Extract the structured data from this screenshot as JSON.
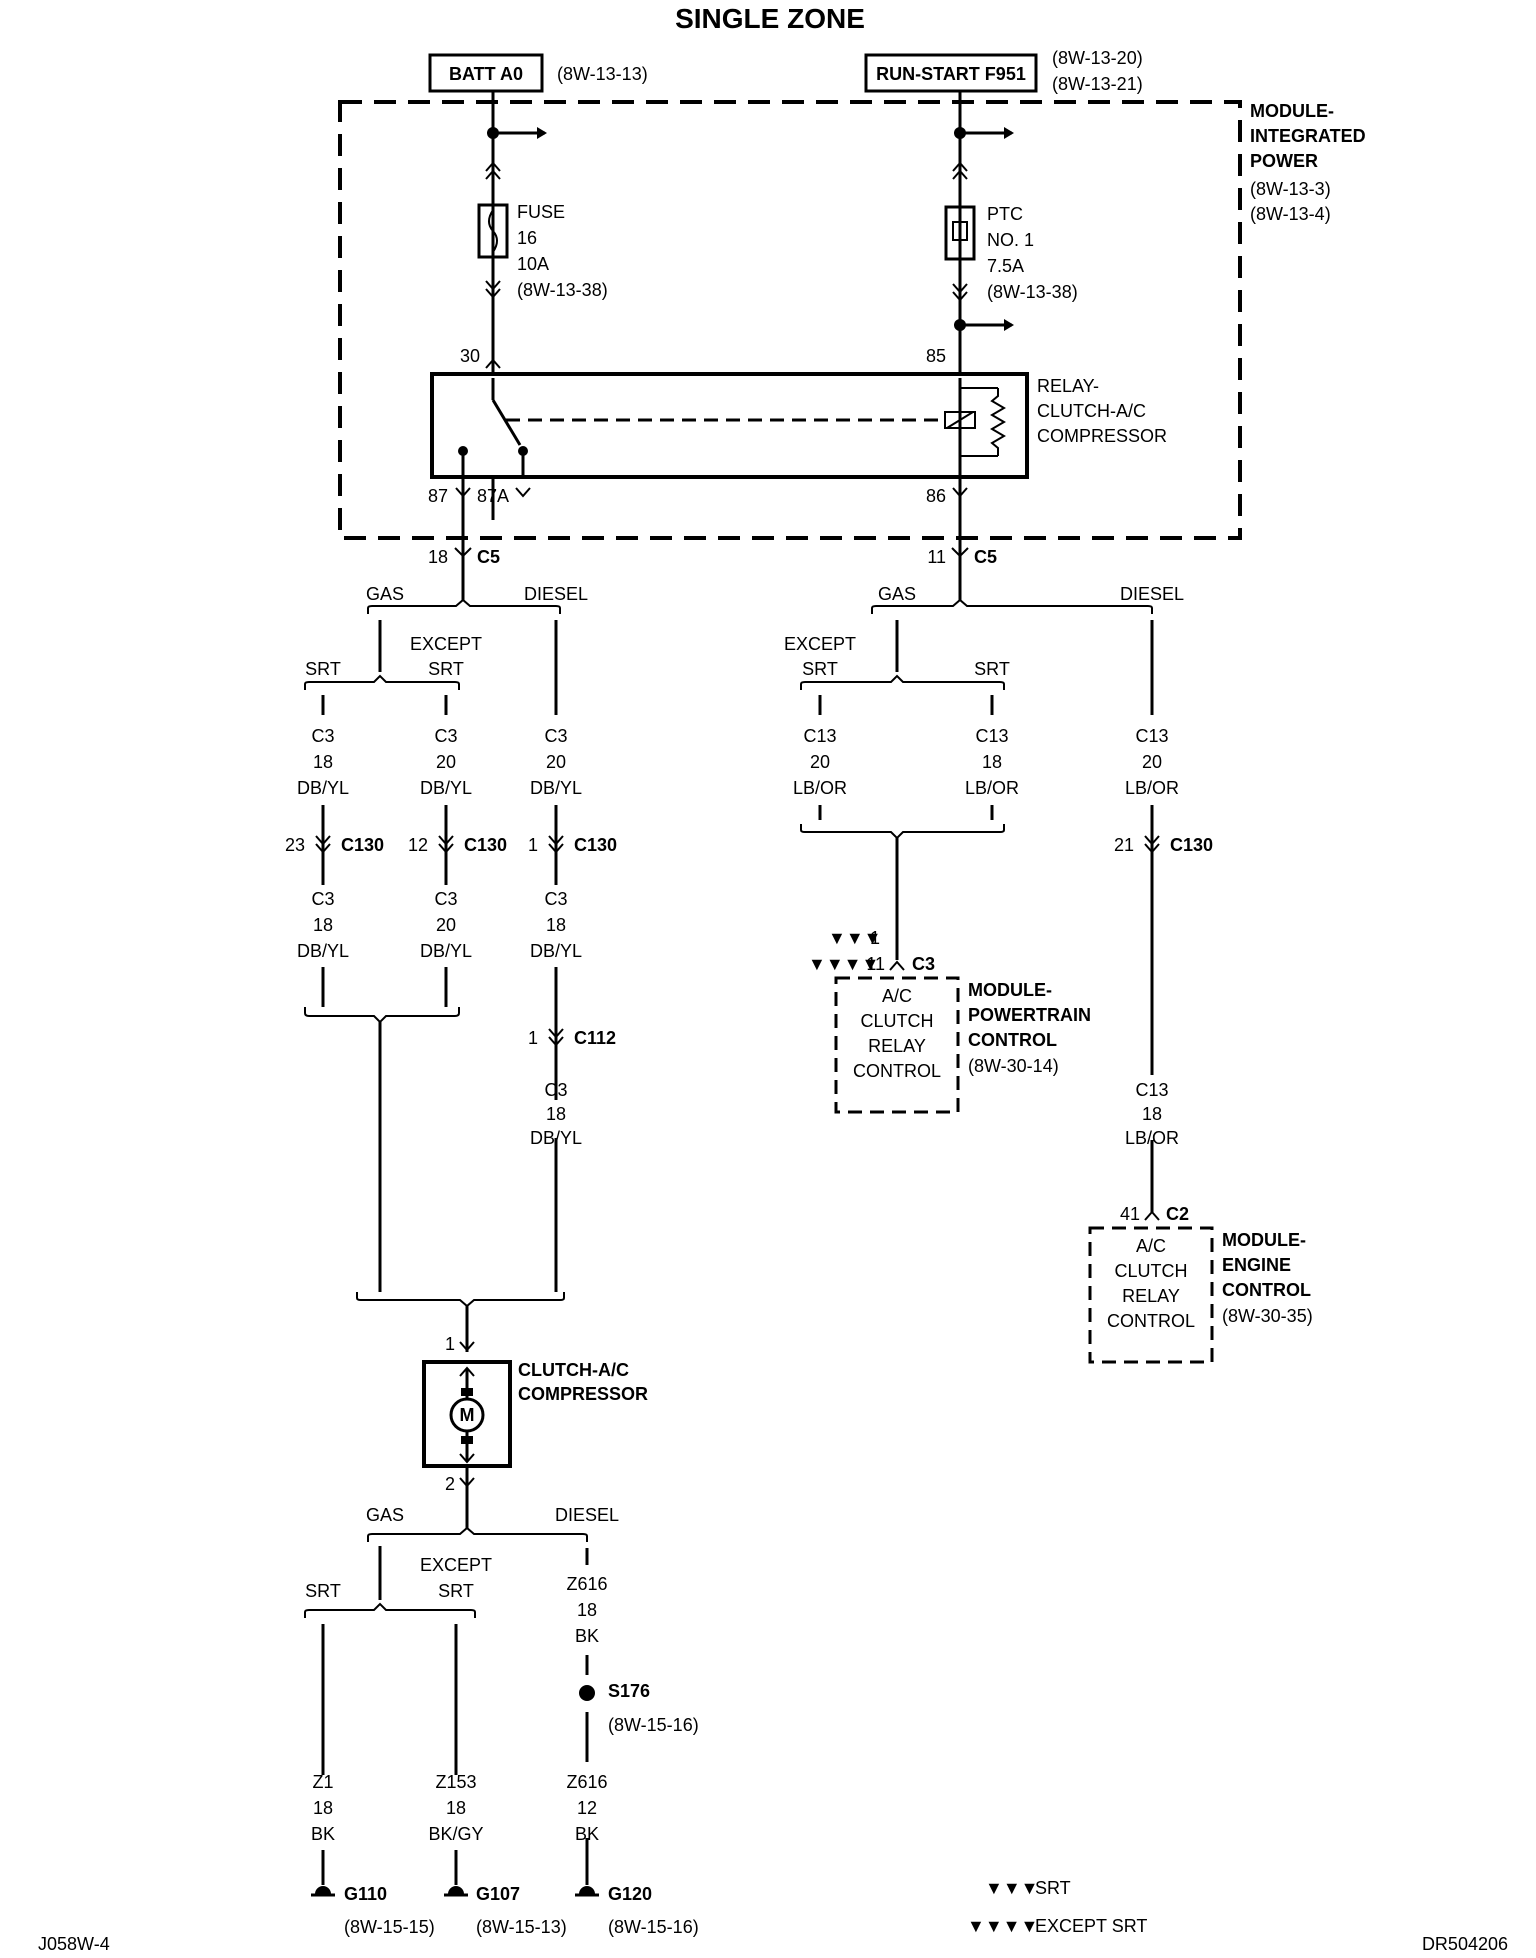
{
  "title": "SINGLE ZONE",
  "sources": {
    "batt": {
      "label": "BATT A0",
      "ref": "(8W-13-13)"
    },
    "run_start": {
      "label": "RUN-START F951",
      "ref1": "(8W-13-20)",
      "ref2": "(8W-13-21)"
    }
  },
  "ipm": {
    "name": [
      "MODULE-",
      "INTEGRATED",
      "POWER"
    ],
    "refs": [
      "(8W-13-3)",
      "(8W-13-4)"
    ]
  },
  "fuse": {
    "lines": [
      "FUSE",
      "16",
      "10A",
      "(8W-13-38)"
    ]
  },
  "ptc": {
    "lines": [
      "PTC",
      "NO. 1",
      "7.5A",
      "(8W-13-38)"
    ]
  },
  "relay": {
    "name": [
      "RELAY-",
      "CLUTCH-A/C",
      "COMPRESSOR"
    ],
    "pins": {
      "p30": "30",
      "p85": "85",
      "p87": "87",
      "p87a": "87A",
      "p86": "86"
    }
  },
  "c5_left": {
    "pin": "18",
    "conn": "C5"
  },
  "c5_right": {
    "pin": "11",
    "conn": "C5"
  },
  "variants": {
    "gas": "GAS",
    "diesel": "DIESEL",
    "srt": "SRT",
    "except": "EXCEPT",
    "except_srt": "SRT"
  },
  "wires_left": {
    "srt_top": [
      "C3",
      "18",
      "DB/YL"
    ],
    "exc_top": [
      "C3",
      "20",
      "DB/YL"
    ],
    "dsl_top": [
      "C3",
      "20",
      "DB/YL"
    ],
    "srt_bot": [
      "C3",
      "18",
      "DB/YL"
    ],
    "exc_bot": [
      "C3",
      "20",
      "DB/YL"
    ],
    "dsl_mid": [
      "C3",
      "18",
      "DB/YL"
    ],
    "dsl_bot": [
      "C3",
      "18",
      "DB/YL"
    ]
  },
  "c130": {
    "srt_pin": "23",
    "exc_pin": "12",
    "dsl_pin": "1",
    "dsl_r_pin": "21",
    "name": "C130"
  },
  "c112": {
    "pin": "1",
    "name": "C112"
  },
  "wires_right": {
    "exc": [
      "C13",
      "20",
      "LB/OR"
    ],
    "srt": [
      "C13",
      "18",
      "LB/OR"
    ],
    "dsl_top": [
      "C13",
      "20",
      "LB/OR"
    ],
    "dsl_bot": [
      "C13",
      "18",
      "LB/OR"
    ]
  },
  "pcm": {
    "pin_srt": "1",
    "pin_except": "11",
    "conn": "C3",
    "inner": [
      "A/C",
      "CLUTCH",
      "RELAY",
      "CONTROL"
    ],
    "name": [
      "MODULE-",
      "POWERTRAIN",
      "CONTROL"
    ],
    "ref": "(8W-30-14)"
  },
  "ecm": {
    "pin": "41",
    "conn": "C2",
    "inner": [
      "A/C",
      "CLUTCH",
      "RELAY",
      "CONTROL"
    ],
    "name": [
      "MODULE-",
      "ENGINE",
      "CONTROL"
    ],
    "ref": "(8W-30-35)"
  },
  "clutch": {
    "pin1": "1",
    "pin2": "2",
    "motor": "M",
    "name": [
      "CLUTCH-A/C",
      "COMPRESSOR"
    ]
  },
  "grounds": {
    "srt_wire": [
      "Z1",
      "18",
      "BK"
    ],
    "exc_wire": [
      "Z153",
      "18",
      "BK/GY"
    ],
    "dsl_wire_top": [
      "Z616",
      "18",
      "BK"
    ],
    "dsl_wire_bot": [
      "Z616",
      "12",
      "BK"
    ],
    "splice": {
      "name": "S176",
      "ref": "(8W-15-16)"
    },
    "g110": {
      "name": "G110",
      "ref": "(8W-15-15)"
    },
    "g107": {
      "name": "G107",
      "ref": "(8W-15-13)"
    },
    "g120": {
      "name": "G120",
      "ref": "(8W-15-16)"
    }
  },
  "legend": {
    "srt": "SRT",
    "except_srt": "EXCEPT SRT"
  },
  "footer": {
    "left": "J058W-4",
    "right": "DR504206"
  }
}
